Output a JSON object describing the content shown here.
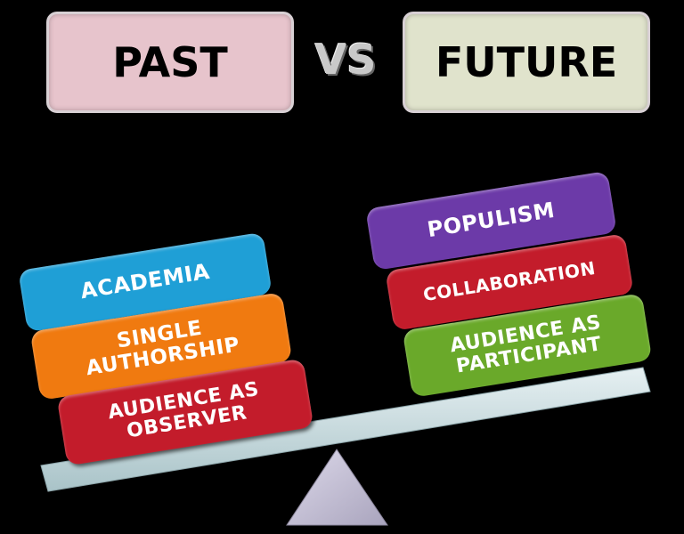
{
  "header": {
    "left_title": "PAST",
    "vs_label": "VS",
    "right_title": "FUTURE"
  },
  "past_items": [
    {
      "label": "ACADEMIA",
      "color": "#1f9fd6"
    },
    {
      "label": "SINGLE AUTHORSHIP",
      "color": "#f07a10"
    },
    {
      "label": "AUDIENCE AS OBSERVER",
      "color": "#c31c2b"
    }
  ],
  "future_items": [
    {
      "label": "POPULISM",
      "color": "#6c3aa8"
    },
    {
      "label": "COLLABORATION",
      "color": "#c31c2b"
    },
    {
      "label": "AUDIENCE AS PARTICIPANT",
      "color": "#6aa92a"
    }
  ],
  "colors": {
    "past_box": "#e7c4cc",
    "future_box": "#e0e3cc",
    "beam": "#c9dfe3",
    "fulcrum": "#c7c3d6"
  }
}
